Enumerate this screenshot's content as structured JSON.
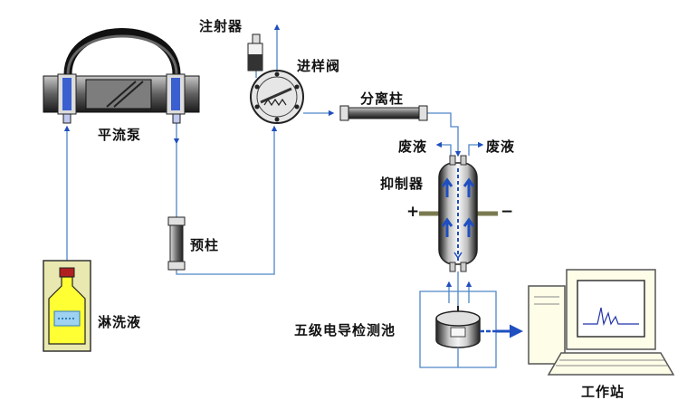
{
  "labels": {
    "pump": "平流泵",
    "injector": "注射器",
    "valve": "进样阀",
    "column": "分离柱",
    "waste_left": "废液",
    "waste_right": "废液",
    "suppressor": "抑制器",
    "plus": "+",
    "minus": "−",
    "guard_column": "预柱",
    "eluent": "淋洗液",
    "detector": "五级电导检测池",
    "workstation": "工作站"
  },
  "colors": {
    "flow_line": "#4f86c6",
    "arrow": "#1f4fc0",
    "eluent_bottle": "#ffff33",
    "eluent_panel": "#e8e8b0",
    "cap": "#b02020",
    "monitor_body": "#fdfde8",
    "trace": "#2233aa"
  },
  "icons": {
    "pump": "pump-icon",
    "valve": "valve-icon",
    "injector": "syringe-icon",
    "eluent": "bottle-icon",
    "suppressor": "suppressor-icon",
    "detector": "detector-cell-icon",
    "workstation": "computer-icon"
  }
}
